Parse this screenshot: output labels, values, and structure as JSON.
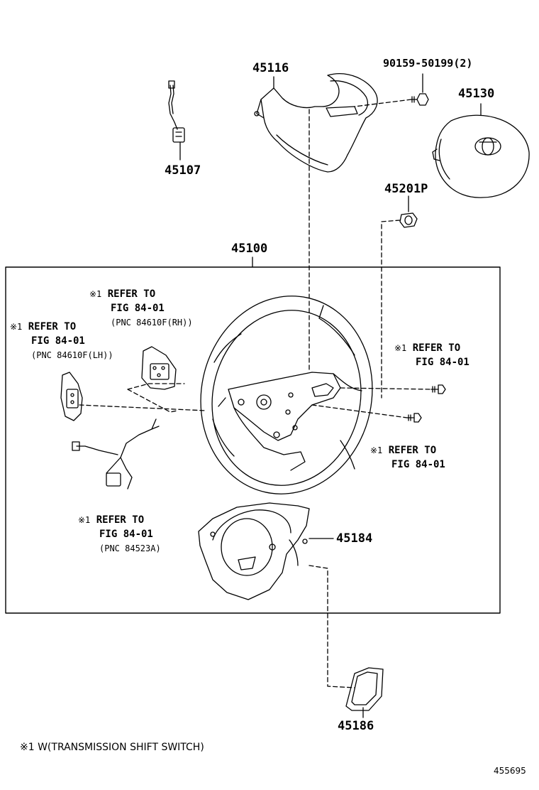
{
  "parts": {
    "p45116": "45116",
    "p90159": "90159-50199(2)",
    "p45130": "45130",
    "p45107": "45107",
    "p45201P": "45201P",
    "p45100": "45100",
    "p45184": "45184",
    "p45186": "45186"
  },
  "refs": {
    "mark": "※1",
    "refer_to": "REFER TO",
    "fig": "FIG 84-01",
    "pnc_rh": "(PNC 84610F(RH))",
    "pnc_lh": "(PNC 84610F(LH))",
    "pnc_84523a": "(PNC 84523A)"
  },
  "footnote": "※1 W(TRANSMISSION SHIFT SWITCH)",
  "figure_id": "455695"
}
